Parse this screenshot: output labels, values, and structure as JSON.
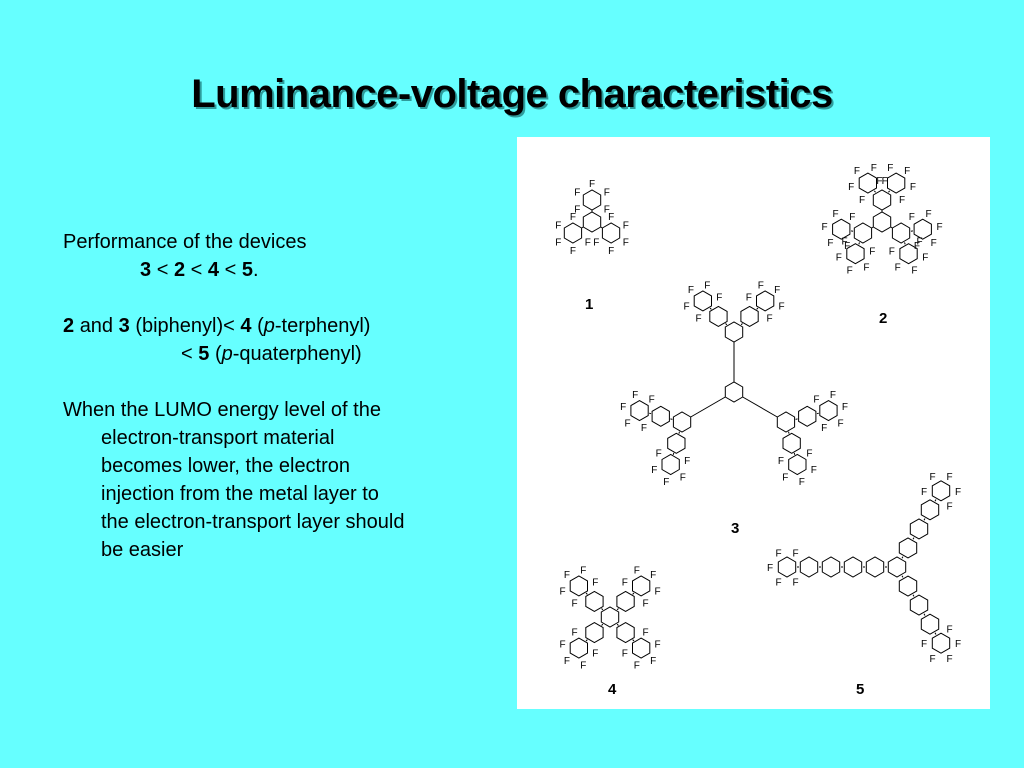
{
  "title": "Luminance-voltage characteristics",
  "content": {
    "para1_text": "Performance of the devices",
    "order": [
      "3",
      "<",
      "2",
      "<",
      "4",
      "<",
      "5",
      "."
    ],
    "para2": {
      "n2": "2",
      "and": "and",
      "n3": "3",
      "biphenyl": "(biphenyl)<",
      "n4": "4",
      "open": "(",
      "p": "p",
      "terphenyl": "-terphenyl)",
      "lt": "<",
      "n5": "5",
      "open2": "(",
      "p2": "p",
      "quaterphenyl": "-quaterphenyl)"
    },
    "para3_lines": [
      "When the LUMO energy level of the",
      "electron-transport material",
      "becomes lower, the electron",
      "injection from the metal layer to",
      "the electron-transport layer should",
      "be easier"
    ]
  },
  "figure": {
    "compound_labels": [
      "1",
      "2",
      "3",
      "4",
      "5"
    ],
    "atom_label": "F"
  }
}
